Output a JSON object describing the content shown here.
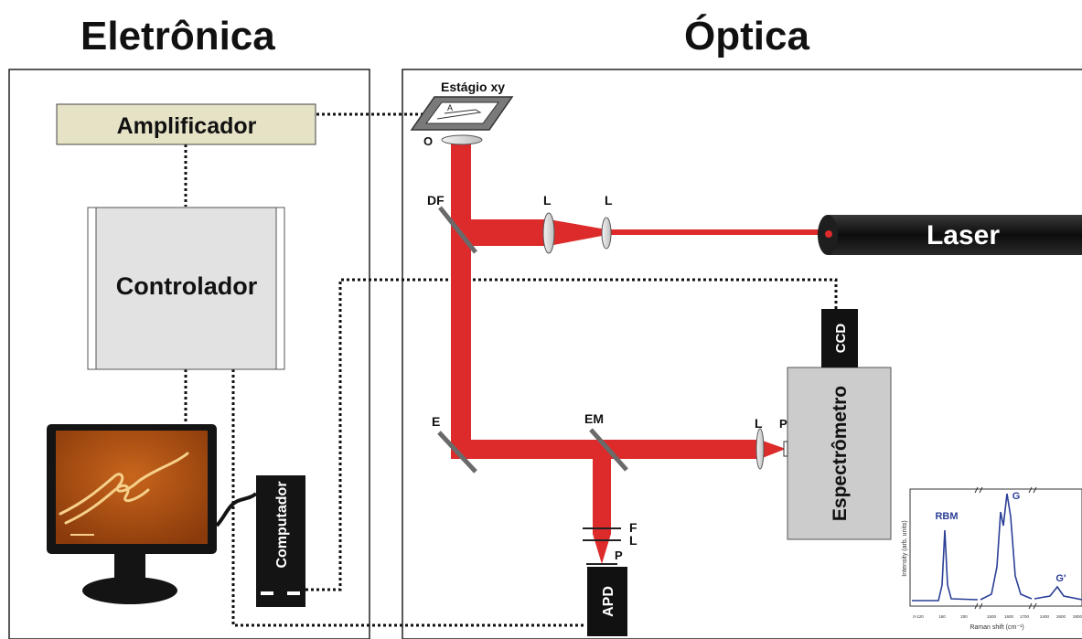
{
  "headings": {
    "left": "Eletrônica",
    "right": "Óptica"
  },
  "electronics": {
    "amplifier": "Amplificador",
    "controller": "Controlador",
    "computer": "Computador"
  },
  "optics": {
    "stage": "Estágio xy",
    "stage_marker": "A",
    "objective": "O",
    "dichroic": "DF",
    "lens": "L",
    "laser": "Laser",
    "ccd": "CCD",
    "spectrometer": "Espectrômetro",
    "mirror": "E",
    "mirror_moveable": "EM",
    "pinhole": "P",
    "filter": "F",
    "apd": "APD"
  },
  "spectrum": {
    "ylabel": "Intensity (arb. units)",
    "xlabel": "Raman shift (cm⁻¹)",
    "peaks": [
      "RBM",
      "G",
      "G'"
    ],
    "tick_labels": [
      "0-120",
      "160",
      "200",
      "1500",
      "1600",
      "1700",
      "2400",
      "2600",
      "2800"
    ]
  },
  "colors": {
    "beam": "#dd2a2a",
    "amplifier_fill": "#e6e2c6",
    "controller_fill": "#e2e2e2",
    "spectrometer_fill": "#cccccc",
    "spectrum_line": "#2b3f96",
    "monitor_frame": "#141414",
    "afm_image": "#a04a10"
  }
}
